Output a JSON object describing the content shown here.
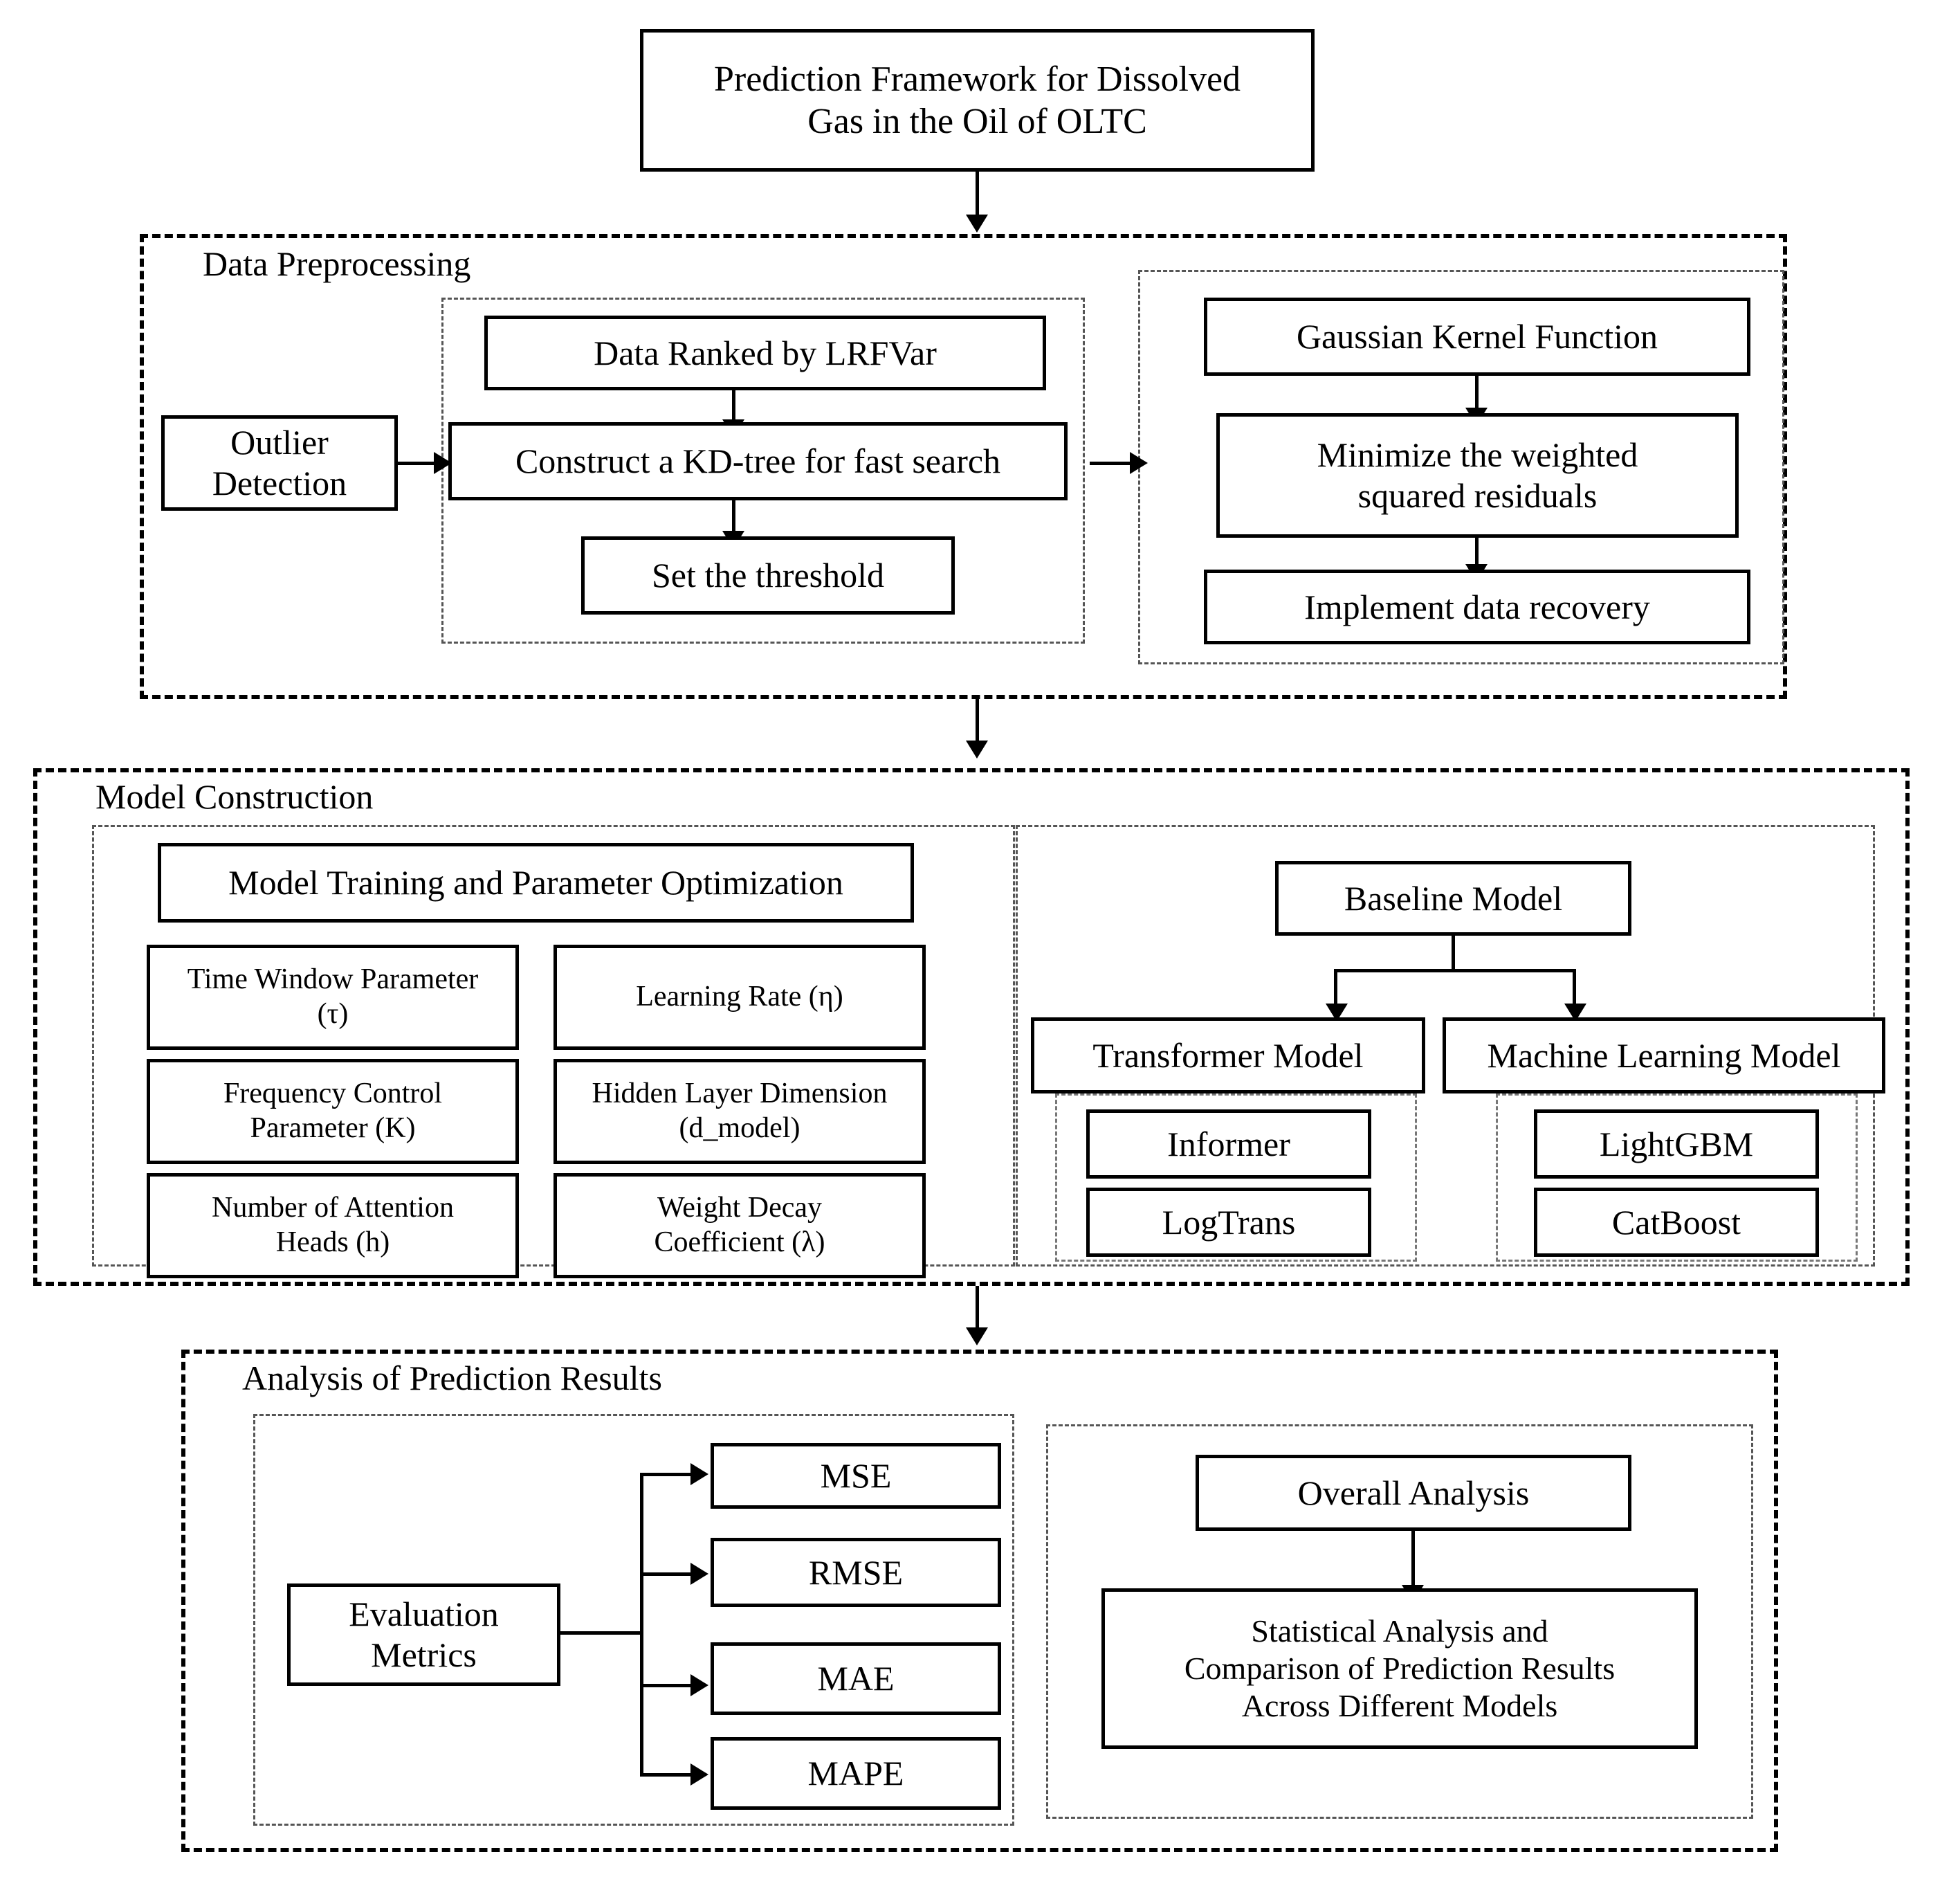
{
  "diagram": {
    "title_box": "Prediction Framework for Dissolved Gas in the Oil of OLTC",
    "title_line1": "Prediction Framework for Dissolved",
    "title_line2": "Gas in the Oil of OLTC"
  },
  "stages": [
    {
      "id": "data-preprocessing",
      "label": "Data Preprocessing",
      "nodes": {
        "outlier_detection_line1": "Outlier",
        "outlier_detection_line2": "Detection",
        "data_ranked": "Data Ranked by LRFVar",
        "kd_tree": "Construct a KD-tree for fast search",
        "set_threshold": "Set the threshold",
        "gaussian_kernel": "Gaussian Kernel Function",
        "minimize_line1": "Minimize the weighted",
        "minimize_line2": "squared residuals",
        "implement_recovery": "Implement data recovery"
      }
    },
    {
      "id": "model-construction",
      "label": "Model Construction",
      "nodes": {
        "training_optimization": "Model Training and Parameter Optimization",
        "time_window_l1": "Time Window Parameter",
        "time_window_l2": "(τ)",
        "learning_rate": "Learning Rate (η)",
        "freq_control_l1": "Frequency Control",
        "freq_control_l2": "Parameter (K)",
        "hidden_layer_l1": "Hidden Layer Dimension",
        "hidden_layer_l2": "(d_model)",
        "attention_heads_l1": "Number of Attention",
        "attention_heads_l2": "Heads (h)",
        "weight_decay_l1": "Weight Decay",
        "weight_decay_l2": "Coefficient (λ)",
        "baseline_model": "Baseline Model",
        "transformer_model": "Transformer Model",
        "machine_learning_model": "Machine Learning Model",
        "informer": "Informer",
        "logtrans": "LogTrans",
        "lightgbm": "LightGBM",
        "catboost": "CatBoost"
      }
    },
    {
      "id": "analysis-of-prediction-results",
      "label": "Analysis of Prediction Results",
      "nodes": {
        "evaluation_metrics_l1": "Evaluation",
        "evaluation_metrics_l2": "Metrics",
        "mse": "MSE",
        "rmse": "RMSE",
        "mae": "MAE",
        "mape": "MAPE",
        "overall_analysis": "Overall Analysis",
        "statistical_l1": "Statistical Analysis and",
        "statistical_l2": "Comparison of Prediction Results",
        "statistical_l3": "Across Different Models"
      }
    }
  ],
  "colors": {
    "stroke": "#000000",
    "background": "#ffffff",
    "group_stroke": "#555555"
  }
}
